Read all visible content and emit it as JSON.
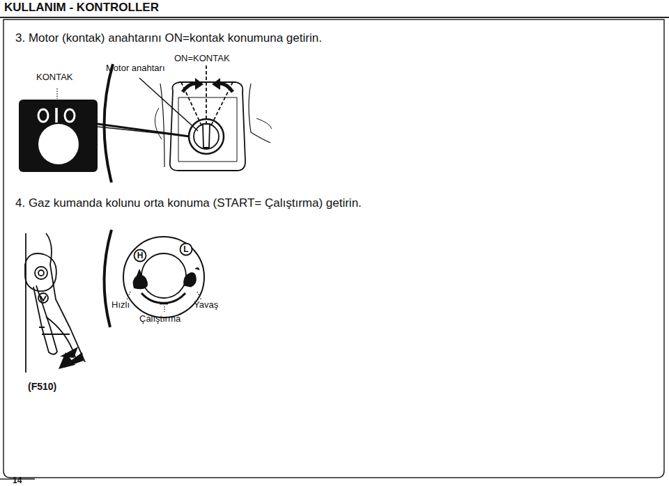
{
  "diagram": {
    "title": "KULLANIM - KONTROLLER",
    "nodes": [
      {
        "text": [
          "H"
        ]
      },
      {
        "text": [
          "L"
        ]
      }
    ],
    "labels": [
      "3. Motor (kontak) anahtarını ON=kontak konumuna getirin.",
      "ON=KONTAK",
      "Motor anahtarı",
      "KONTAK",
      "4. Gaz kumanda kolunu orta konuma (START= Çalıştırma) getirin.",
      "Hızlı",
      "Çalıştırma",
      "Yavaş",
      "(F510)",
      "14"
    ]
  }
}
